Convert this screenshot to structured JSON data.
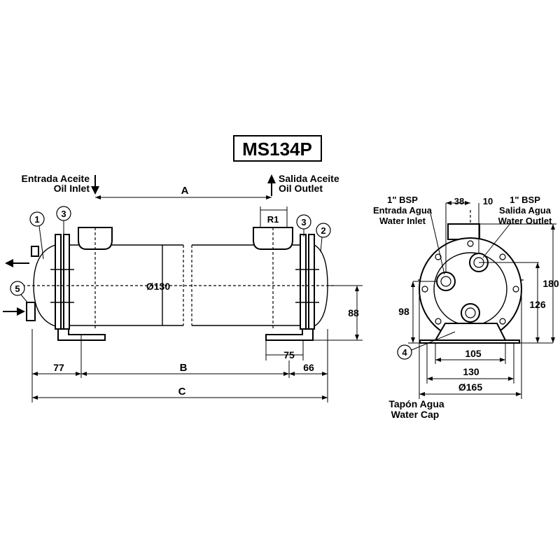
{
  "title": "MS134P",
  "oil_inlet": {
    "es": "Entrada Aceite",
    "en": "Oil Inlet"
  },
  "oil_outlet": {
    "es": "Salida Aceite",
    "en": "Oil Outlet"
  },
  "water_inlet": {
    "size": "1\" BSP",
    "es": "Entrada Agua",
    "en": "Water Inlet"
  },
  "water_outlet": {
    "size": "1\" BSP",
    "es": "Salida Agua",
    "en": "Water Outlet"
  },
  "water_cap": {
    "es": "Tapón Agua",
    "en": "Water Cap"
  },
  "dimensions": {
    "A": "A",
    "B": "B",
    "C": "C",
    "R1": "R1",
    "diameter_body": "Ø130",
    "d77": "77",
    "d75": "75",
    "d66": "66",
    "d88": "88",
    "d38": "38",
    "d10": "10",
    "d180": "180",
    "d126": "126",
    "d98": "98",
    "d105": "105",
    "d130": "130",
    "d165": "Ø165"
  },
  "callouts": [
    "1",
    "2",
    "3",
    "3",
    "4",
    "5"
  ]
}
